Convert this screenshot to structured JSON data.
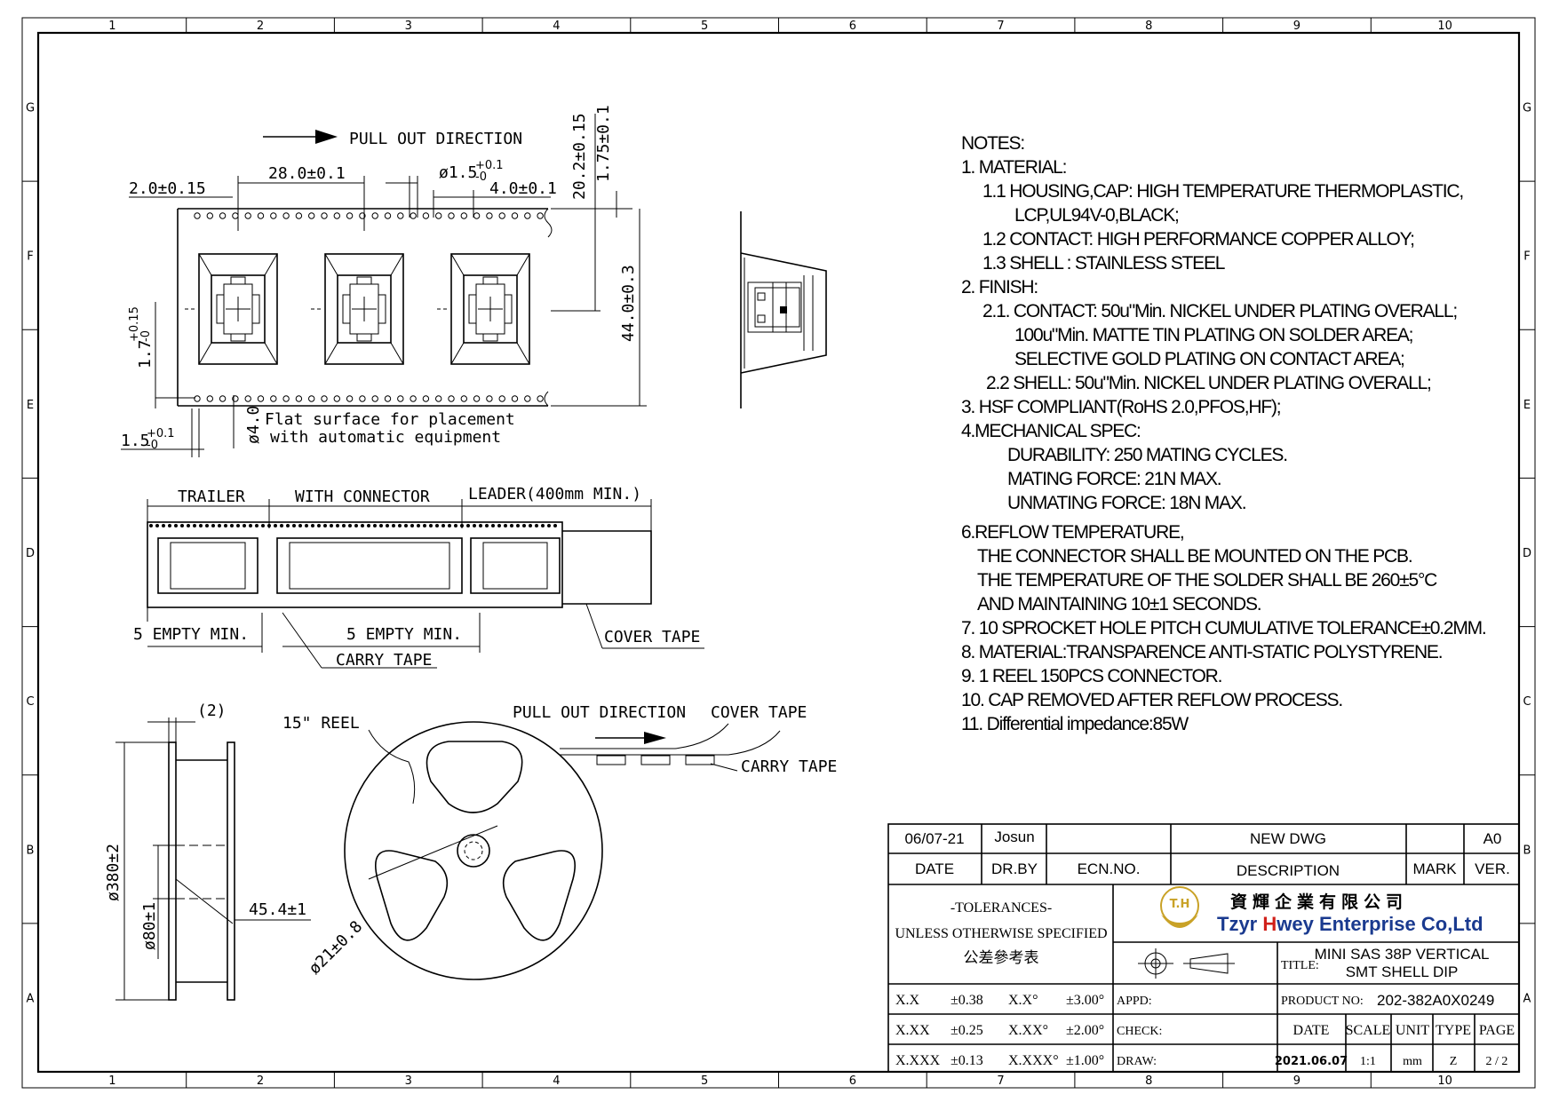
{
  "border": {
    "cols": [
      "1",
      "2",
      "3",
      "4",
      "5",
      "6",
      "7",
      "8",
      "9",
      "10"
    ],
    "rows": [
      "G",
      "F",
      "E",
      "D",
      "C",
      "B",
      "A"
    ]
  },
  "tape_view": {
    "pull_out_direction": "PULL OUT DIRECTION",
    "dim_pitch": "28.0±0.1",
    "dim_edge": "2.0±0.15",
    "dim_hole_dia": "ø1.5",
    "dim_hole_dia_tol": "+0.1",
    "dim_hole_dia_tol2": "-0",
    "dim_hole_pitch": "4.0±0.1",
    "dim_center": "20.2±0.15",
    "dim_edge2": "1.75±0.1",
    "dim_width": "44.0±0.3",
    "dim_depth": "1.7",
    "dim_depth_tol": "+0.15",
    "dim_depth_tol2": "-0",
    "dim_thk": "1.5",
    "dim_thk_tol": "+0.1",
    "dim_thk_tol2": "-0",
    "dim_hole4": "ø4.0",
    "flat_surface_1": "Flat surface for placement",
    "flat_surface_2": "with automatic equipment"
  },
  "strip_view": {
    "trailer": "TRAILER",
    "with_connector": "WITH CONNECTOR",
    "leader": "LEADER(400mm MIN.)",
    "empty_left": "5 EMPTY MIN.",
    "empty_mid": "5 EMPTY MIN.",
    "carry_tape": "CARRY TAPE",
    "cover_tape": "COVER TAPE"
  },
  "reel_view": {
    "dim_2": "(2)",
    "reel_15": "15\" REEL",
    "pull_out_direction": "PULL OUT DIRECTION",
    "cover_tape": "COVER TAPE",
    "carry_tape": "CARRY TAPE",
    "dim_380": "ø380±2",
    "dim_80": "ø80±1",
    "dim_45": "45.4±1",
    "dim_21": "ø21±0.8"
  },
  "notes": [
    "NOTES:",
    "1. MATERIAL:",
    "1.1  HOUSING,CAP: HIGH TEMPERATURE THERMOPLASTIC,",
    "LCP,UL94V-0,BLACK;",
    "1.2  CONTACT: HIGH PERFORMANCE COPPER ALLOY;",
    "1.3  SHELL : STAINLESS STEEL",
    "2. FINISH:",
    "2.1. CONTACT: 50u\"Min. NICKEL UNDER PLATING OVERALL;",
    "100u\"Min. MATTE TIN PLATING ON SOLDER AREA;",
    "SELECTIVE GOLD PLATING ON CONTACT AREA;",
    "2.2 SHELL: 50u\"Min. NICKEL UNDER PLATING OVERALL;",
    "3. HSF COMPLIANT(RoHS 2.0,PFOS,HF);",
    "4.MECHANICAL SPEC:",
    "DURABILITY: 250 MATING CYCLES.",
    "MATING FORCE: 21N MAX.",
    "UNMATING FORCE: 18N MAX.",
    "6.REFLOW TEMPERATURE,",
    "THE CONNECTOR SHALL BE MOUNTED ON THE PCB.",
    "THE TEMPERATURE OF THE SOLDER SHALL BE 260±5°C",
    "AND MAINTAINING 10±1 SECONDS.",
    "7. 10 SPROCKET HOLE PITCH CUMULATIVE TOLERANCE±0.2MM.",
    "8. MATERIAL:TRANSPARENCE ANTI-STATIC POLYSTYRENE.",
    "9. 1 REEL 150PCS CONNECTOR.",
    "10. CAP REMOVED AFTER REFLOW PROCESS.",
    "11. Differential impedance:85W"
  ],
  "title_block": {
    "rev_date": "06/07-21",
    "rev_drby": "Josun",
    "rev_desc": "NEW DWG",
    "rev_ver": "A0",
    "h_date": "DATE",
    "h_drby": "DR.BY",
    "h_ecn": "ECN.NO.",
    "h_desc": "DESCRIPTION",
    "h_mark": "MARK",
    "h_ver": "VER.",
    "tol_title": "-TOLERANCES-",
    "tol_unless": "UNLESS OTHERWISE SPECIFIED",
    "tol_cn": "公差參考表",
    "company_cn": "資輝企業有限公司",
    "company_pre": "Tzyr ",
    "company_h": "H",
    "company_post": "wey Enterprise Co,Ltd",
    "logo_text": "T.H",
    "title_label": "TITLE:",
    "title_1": "MINI SAS 38P VERTICAL",
    "title_2": "SMT SHELL DIP",
    "product_label": "PRODUCT NO:",
    "product_no": "202-382A0X0249",
    "appd": "APPD:",
    "check": "CHECK:",
    "draw": "DRAW:",
    "tol_rows": [
      {
        "a": "X.X",
        "b": "±0.38",
        "c": "X.X°",
        "d": "±3.00°"
      },
      {
        "a": "X.XX",
        "b": "±0.25",
        "c": "X.XX°",
        "d": "±2.00°"
      },
      {
        "a": "X.XXX",
        "b": "±0.13",
        "c": "X.XXX°",
        "d": "±1.00°"
      }
    ],
    "h2_date": "DATE",
    "h2_scale": "SCALE",
    "h2_unit": "UNIT",
    "h2_type": "TYPE",
    "h2_page": "PAGE",
    "v_date": "2021.06.07",
    "v_scale": "1:1",
    "v_unit": "mm",
    "v_type": "Z",
    "v_page": "2 / 2"
  },
  "colors": {
    "brand_blue": "#1a3a8f",
    "brand_red": "#d0201a",
    "logo_gold": "#c9a227"
  }
}
